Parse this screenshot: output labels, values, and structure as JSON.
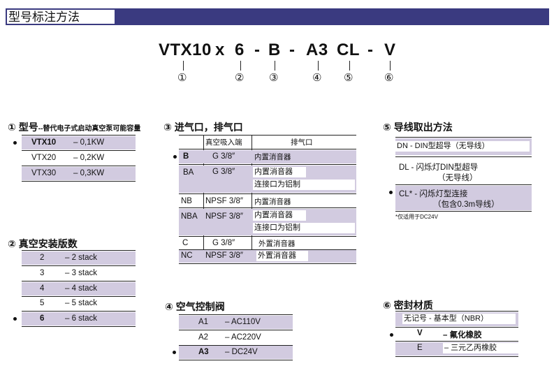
{
  "header": {
    "title": "型号标注方法"
  },
  "code": {
    "parts": [
      "VTX10",
      "x",
      "6",
      "-",
      "B",
      "-",
      "A3",
      "CL",
      "-",
      "V"
    ],
    "circles": [
      "①",
      "②",
      "③",
      "④",
      "⑤",
      "⑥"
    ]
  },
  "sec1": {
    "title": "① 型号",
    "subtitle": "--替代电子式启动真空泵可能容量",
    "rows": [
      {
        "model": "VTX10",
        "power": "– 0,1KW"
      },
      {
        "model": "VTX20",
        "power": "– 0,2KW"
      },
      {
        "model": "VTX30",
        "power": "– 0,3KW"
      }
    ]
  },
  "sec2": {
    "title": "② 真空安装版数",
    "rows": [
      {
        "n": "2",
        "desc": "– 2 stack"
      },
      {
        "n": "3",
        "desc": "– 3 stack"
      },
      {
        "n": "4",
        "desc": "– 4 stack"
      },
      {
        "n": "5",
        "desc": "– 5 stack"
      },
      {
        "n": "6",
        "desc": "– 6 stack"
      }
    ]
  },
  "sec3": {
    "title": "③ 进气口，排气口",
    "col_suction": "真空吸入端",
    "col_exhaust": "排气口",
    "rows": [
      {
        "code": "B",
        "port": "G 3/8″",
        "exhaust": "内置消音器"
      },
      {
        "code": "BA",
        "port": "G 3/8″",
        "exhaust": "内置消音器",
        "exhaust2": "连接口为铝制"
      },
      {
        "code": "NB",
        "port": "NPSF 3/8″",
        "exhaust": "内置消音器"
      },
      {
        "code": "NBA",
        "port": "NPSF 3/8″",
        "exhaust": "内置消音器",
        "exhaust2": "连接口为铝制"
      },
      {
        "code": "C",
        "port": "G 3/8″",
        "exhaust": "外置消音器"
      },
      {
        "code": "NC",
        "port": "NPSF 3/8″",
        "exhaust": "外置消音器"
      }
    ]
  },
  "sec4": {
    "title": "④ 空气控制阀",
    "rows": [
      {
        "code": "A1",
        "desc": "– AC110V"
      },
      {
        "code": "A2",
        "desc": "– AC220V"
      },
      {
        "code": "A3",
        "desc": "– DC24V"
      }
    ]
  },
  "sec5": {
    "title": "⑤ 导线取出方法",
    "rows": [
      {
        "text": "DN   -   DIN型超导（无导线）"
      },
      {
        "text": "DL   -   闪烁灯DIN型超导",
        "text2": "（无导线）"
      },
      {
        "text": "CL*  -   闪烁灯型连接",
        "text2": "（包含0.3m导线）"
      }
    ],
    "note": "*仅适用于DC24V"
  },
  "sec6": {
    "title": "⑥ 密封材质",
    "rows": [
      {
        "text": "无记号 - 基本型（NBR）"
      },
      {
        "code": "V",
        "desc": "–  氟化橡胶"
      },
      {
        "code": "E",
        "desc": "–  三元乙丙橡胶"
      }
    ]
  }
}
